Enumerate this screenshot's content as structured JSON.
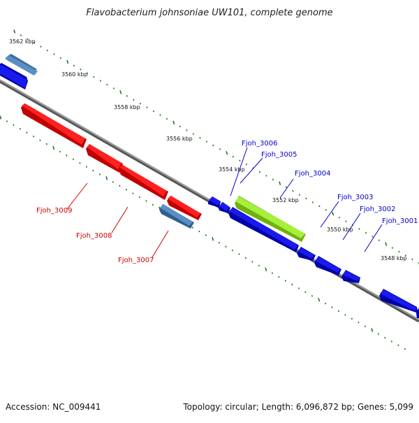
{
  "title": "Flavobacterium johnsoniae UW101, complete genome",
  "footer": {
    "accession": "Accession: NC_009441",
    "summary": "Topology: circular; Length: 6,096,872 bp; Genes: 5,099"
  },
  "kbp_labels": [
    "3562 kbp",
    "3560 kbp",
    "3558 kbp",
    "3556 kbp",
    "3554 kbp",
    "3552 kbp",
    "3550 kbp",
    "3548 kbp"
  ],
  "genes_forward": [
    {
      "label": "Fjoh_3006"
    },
    {
      "label": "Fjoh_3005"
    },
    {
      "label": "Fjoh_3004"
    },
    {
      "label": "Fjoh_3003"
    },
    {
      "label": "Fjoh_3002"
    },
    {
      "label": "Fjoh_3001"
    }
  ],
  "genes_reverse": [
    {
      "label": "Fjoh_3009"
    },
    {
      "label": "Fjoh_3008"
    },
    {
      "label": "Fjoh_3007"
    }
  ],
  "colors": {
    "forward_gene": "#0000ee",
    "reverse_gene": "#ee0000",
    "highlight_gene": "#99ee22",
    "other_gene": "#4a7fb5",
    "backbone": "#808080",
    "tick": "#1a7a1a",
    "forward_label": "#0000cc",
    "reverse_label": "#cc0000"
  }
}
